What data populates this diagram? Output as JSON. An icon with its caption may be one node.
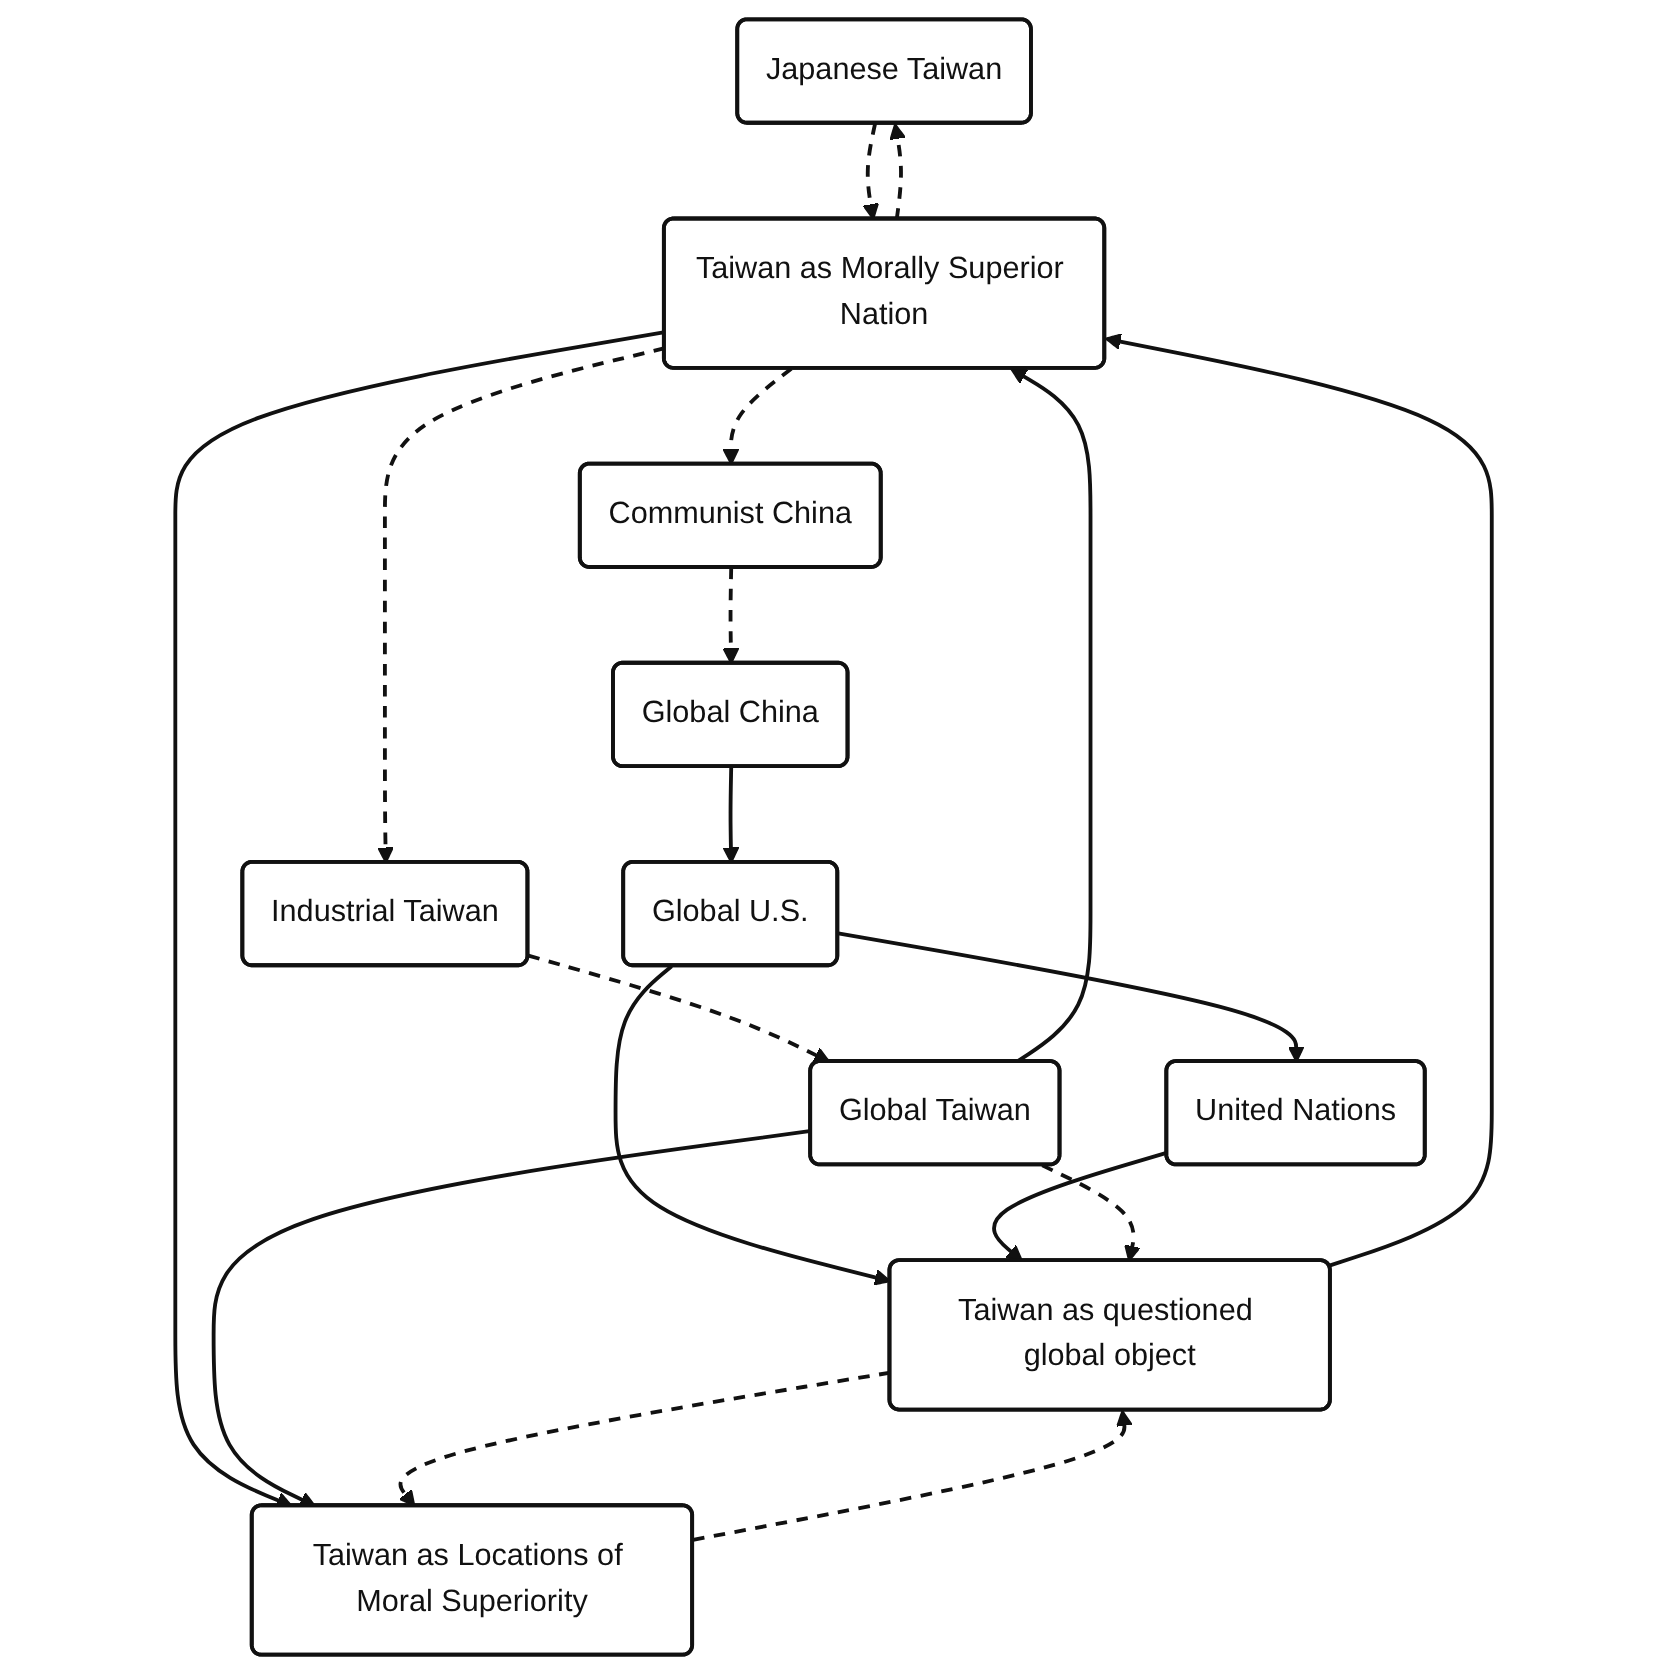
{
  "diagram": {
    "nodes": [
      {
        "text": [
          "Japanese Taiwan"
        ]
      },
      {
        "text": [
          "Communist China"
        ]
      },
      {
        "text": [
          "Taiwan as Morally Superior Nation"
        ]
      },
      {
        "text": [
          "Global China"
        ]
      },
      {
        "text": [
          "Industrial Taiwan"
        ]
      },
      {
        "text": [
          "Global U.S."
        ]
      },
      {
        "text": [
          "Taiwan as questioned global object"
        ]
      },
      {
        "text": [
          "Global Taiwan"
        ]
      },
      {
        "text": [
          "United Nations"
        ]
      },
      {
        "text": [
          "Taiwan as Locations of Moral Superiority"
        ]
      }
    ],
    "edges": [
      {
        "from": 2,
        "to": 0,
        "arrow": "to",
        "style": "dashed"
      },
      {
        "from": 0,
        "to": 2,
        "arrow": "to",
        "style": "dashed"
      },
      {
        "from": 2,
        "to": 1,
        "arrow": "to",
        "style": "dashed"
      },
      {
        "from": 1,
        "to": 3,
        "arrow": "to",
        "style": "dashed"
      },
      {
        "from": 3,
        "to": 5,
        "arrow": "to"
      },
      {
        "from": 5,
        "to": 6,
        "arrow": "to"
      },
      {
        "from": 5,
        "to": 8,
        "arrow": "to"
      },
      {
        "from": 8,
        "to": 6,
        "arrow": "to"
      },
      {
        "from": 6,
        "to": 2,
        "arrow": "to"
      },
      {
        "from": 2,
        "to": 4,
        "arrow": "to",
        "style": "dashed"
      },
      {
        "from": 4,
        "to": 7,
        "arrow": "to",
        "style": "dashed"
      },
      {
        "from": 7,
        "to": 2,
        "arrow": "to"
      },
      {
        "from": 7,
        "to": 6,
        "arrow": "to",
        "style": "dashed"
      },
      {
        "from": 2,
        "to": 9,
        "arrow": "to"
      },
      {
        "from": 7,
        "to": 9,
        "arrow": "to"
      },
      {
        "from": 6,
        "to": 9,
        "arrow": "to",
        "style": "dashed"
      },
      {
        "from": 9,
        "to": 6,
        "arrow": "to",
        "style": "dashed"
      }
    ]
  }
}
